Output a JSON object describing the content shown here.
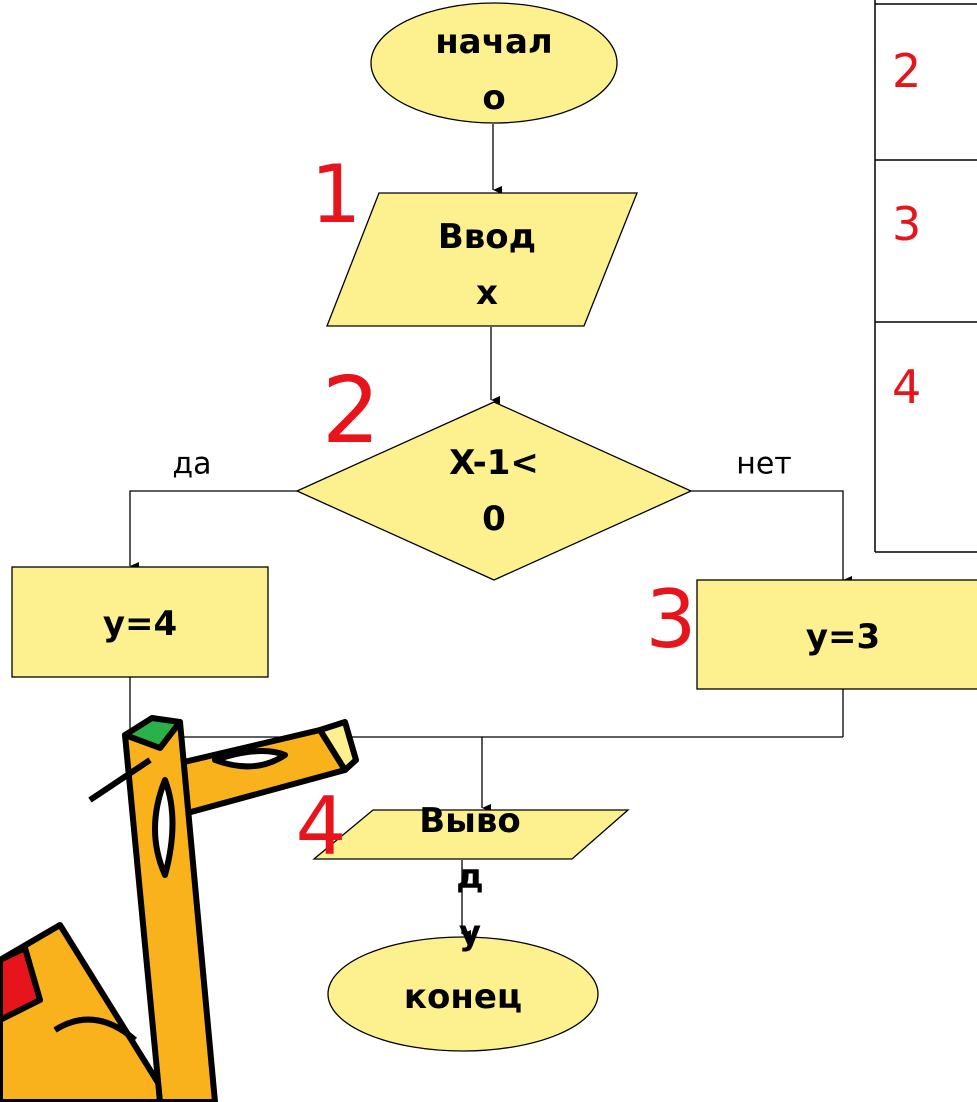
{
  "flowchart": {
    "start": "начал\nо",
    "input": "Ввод\nх",
    "condition": "X-1<\n0",
    "yes_branch": "у=4",
    "no_branch": "у=3",
    "output": "Выво\nд\nу",
    "end": "конец",
    "yes_label": "да",
    "no_label": "нет"
  },
  "step_numbers": [
    "1",
    "2",
    "3",
    "4"
  ],
  "side_table": {
    "rows": [
      "2",
      "3",
      "4"
    ]
  },
  "colors": {
    "shape_fill": "#fdf08e",
    "line": "#000000",
    "step_number": "#e8141c"
  },
  "decoration": {
    "icon": "pencils-clipart-icon"
  }
}
